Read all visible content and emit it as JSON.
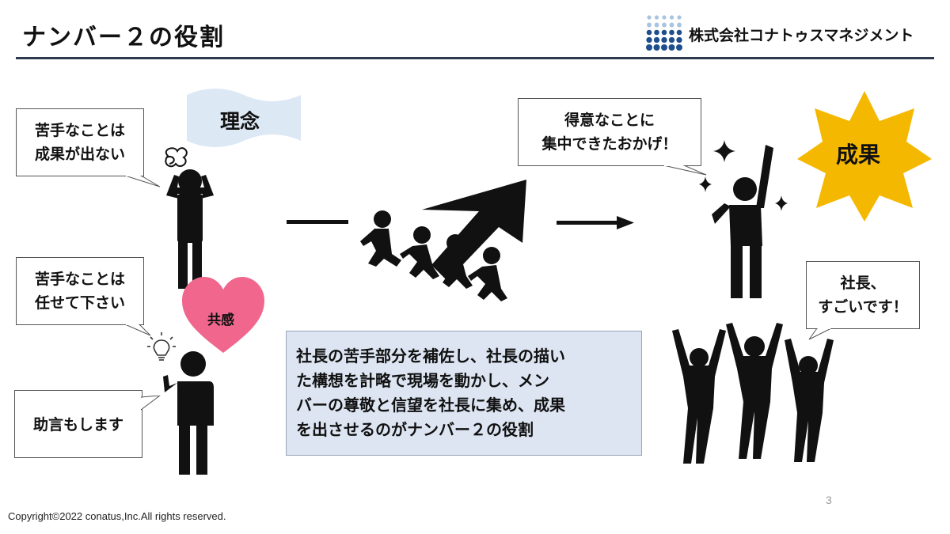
{
  "title": "ナンバー２の役割",
  "company": "株式会社コナトゥスマネジメント",
  "bubbles": {
    "weak_no_result": [
      "苦手なことは",
      "成果が出ない"
    ],
    "leave_weak": [
      "苦手なことは",
      "任せて下さい"
    ],
    "advice": [
      "助言もします"
    ],
    "focused": [
      "得意なことに",
      "集中できたおかげ！"
    ],
    "amazing": [
      "社長、",
      "すごいです！"
    ]
  },
  "flag_label": "理念",
  "heart_label": "共感",
  "star_label": "成果",
  "summary": [
    "社長の苦手部分を補佐し、社長の描い",
    "た構想を計略で現場を動かし、メン",
    "バーの尊敬と信望を社長に集め、成果",
    "を出させるのがナンバー２の役割"
  ],
  "page_number": "3",
  "copyright": "Copyright©2022 conatus,Inc.All rights reserved.",
  "colors": {
    "accent_rule": "#2e3a4e",
    "flag": "#dde8f5",
    "heart": "#f0668d",
    "star": "#f5b800",
    "summary_bg": "#dde5f2",
    "logo_blue": "#1f4e8c",
    "logo_light": "#a9c4e0"
  },
  "icons": [
    "frustrated-person-icon",
    "thinking-person-icon",
    "lightbulb-icon",
    "running-team-icon",
    "big-arrow-icon",
    "cheering-person-icon",
    "sparkle-icon",
    "cheering-group-icon"
  ]
}
